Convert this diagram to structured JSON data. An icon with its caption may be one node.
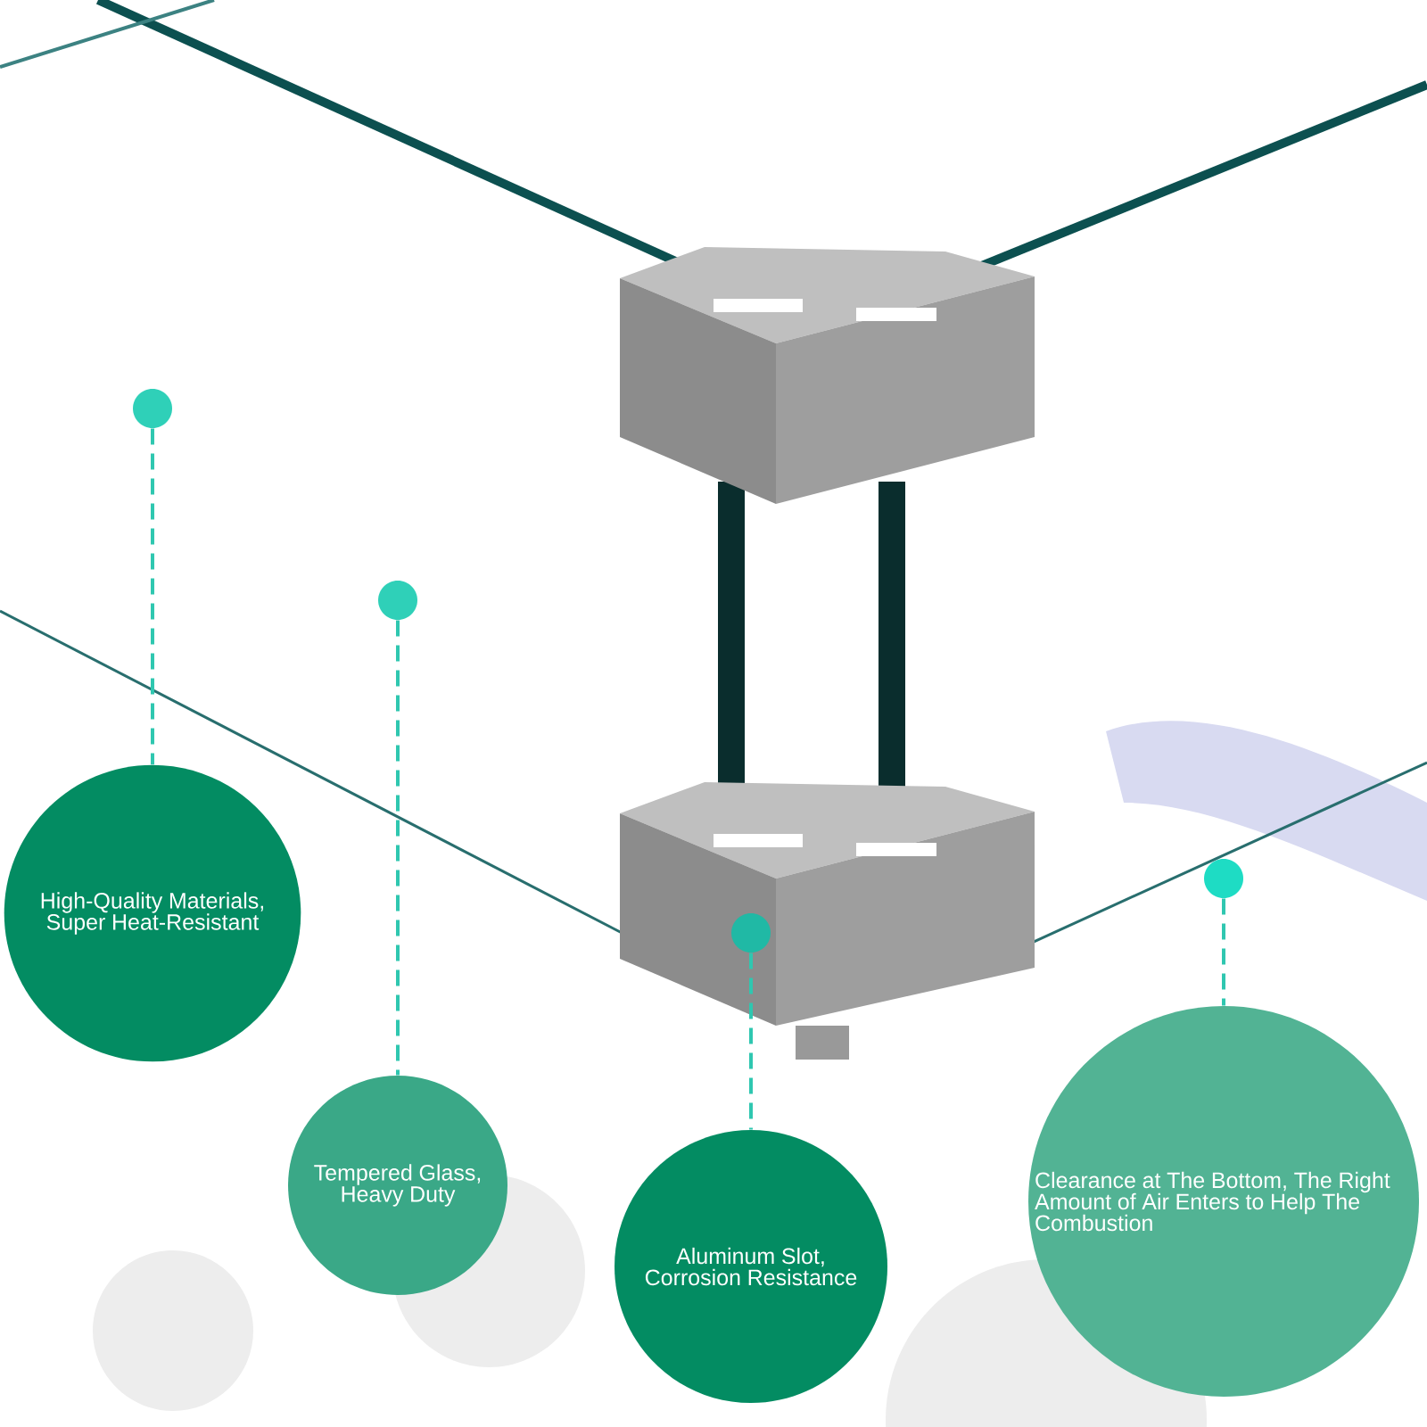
{
  "diagram": {
    "nodes": [
      {
        "text": [],
        "shape": "circle"
      },
      {
        "text": [
          "High-Quality Materials, Super Heat-Resistant"
        ]
      },
      {
        "text": [],
        "shape": "circle"
      },
      {
        "text": [
          "Tempered Glass, Heavy Duty"
        ]
      },
      {
        "text": [],
        "shape": "circle"
      },
      {
        "text": [
          "Aluminum Slot, Corrosion Resistance"
        ]
      },
      {
        "text": [],
        "shape": "circle"
      },
      {
        "text": [
          "Clearance at The Bottom, The Right Amount of Air Enters to Help The Combustion"
        ]
      }
    ],
    "edges": [
      {
        "from": 0,
        "to": 1,
        "arrow": "none",
        "style": "dashed"
      },
      {
        "from": 2,
        "to": 3,
        "arrow": "none",
        "style": "dashed"
      },
      {
        "from": 4,
        "to": 5,
        "arrow": "none",
        "style": "dashed"
      },
      {
        "from": 6,
        "to": 7,
        "arrow": "none",
        "style": "dashed"
      }
    ]
  }
}
